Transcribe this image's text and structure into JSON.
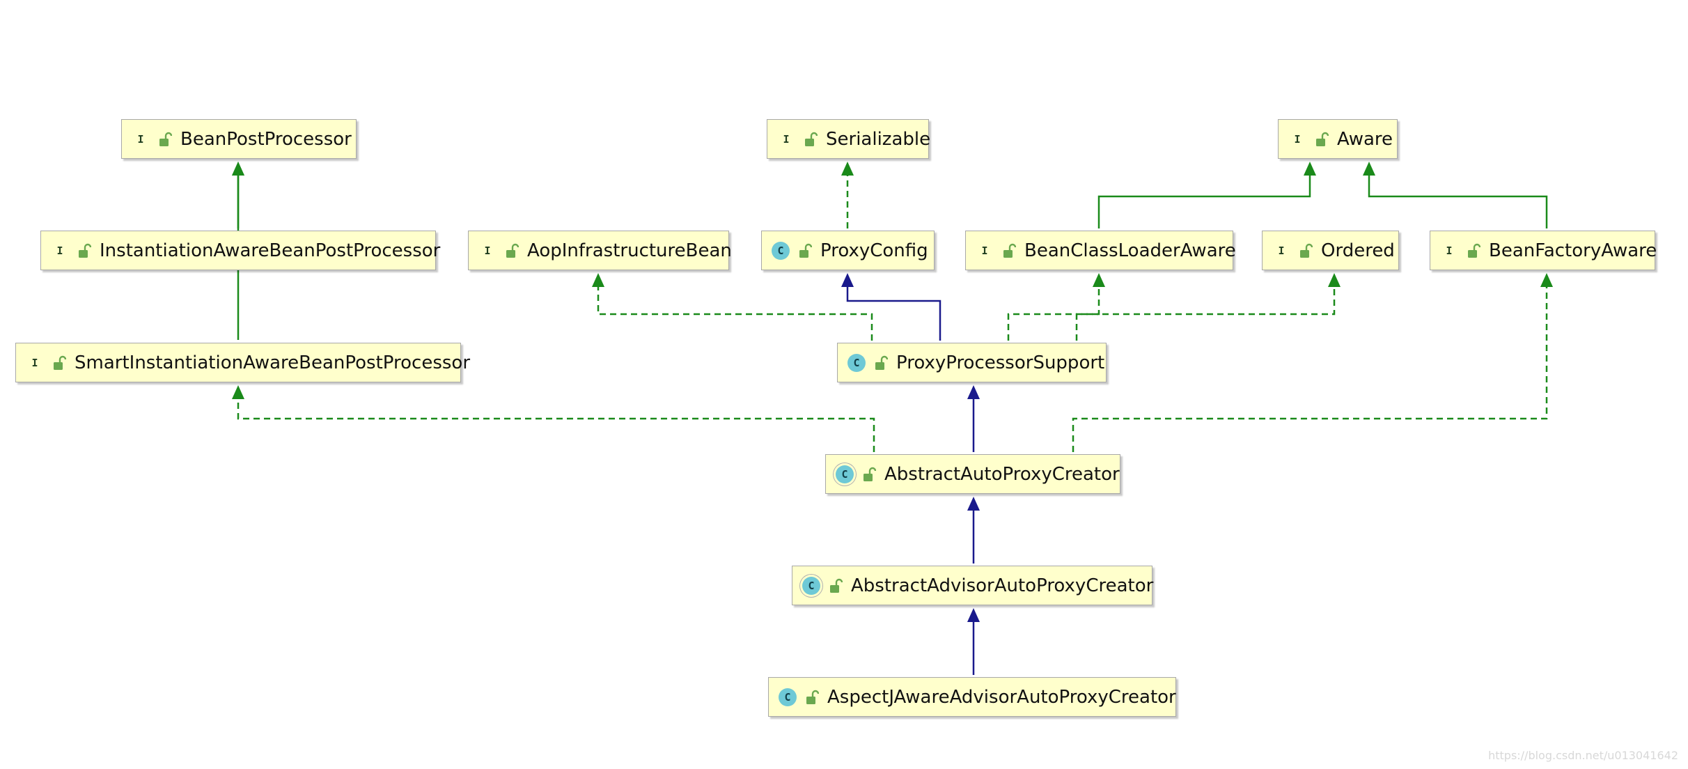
{
  "diagram": {
    "nodes": [
      {
        "id": "BeanPostProcessor",
        "label": "BeanPostProcessor",
        "kind": "interface",
        "badge": "I"
      },
      {
        "id": "Serializable",
        "label": "Serializable",
        "kind": "interface",
        "badge": "I"
      },
      {
        "id": "Aware",
        "label": "Aware",
        "kind": "interface",
        "badge": "I"
      },
      {
        "id": "InstantiationAwareBeanPostProcessor",
        "label": "InstantiationAwareBeanPostProcessor",
        "kind": "interface",
        "badge": "I"
      },
      {
        "id": "AopInfrastructureBean",
        "label": "AopInfrastructureBean",
        "kind": "interface",
        "badge": "I"
      },
      {
        "id": "ProxyConfig",
        "label": "ProxyConfig",
        "kind": "class",
        "badge": "C"
      },
      {
        "id": "BeanClassLoaderAware",
        "label": "BeanClassLoaderAware",
        "kind": "interface",
        "badge": "I"
      },
      {
        "id": "Ordered",
        "label": "Ordered",
        "kind": "interface",
        "badge": "I"
      },
      {
        "id": "BeanFactoryAware",
        "label": "BeanFactoryAware",
        "kind": "interface",
        "badge": "I"
      },
      {
        "id": "SmartInstantiationAwareBeanPostProcessor",
        "label": "SmartInstantiationAwareBeanPostProcessor",
        "kind": "interface",
        "badge": "I"
      },
      {
        "id": "ProxyProcessorSupport",
        "label": "ProxyProcessorSupport",
        "kind": "class",
        "badge": "C"
      },
      {
        "id": "AbstractAutoProxyCreator",
        "label": "AbstractAutoProxyCreator",
        "kind": "abstract-class",
        "badge": "C"
      },
      {
        "id": "AbstractAdvisorAutoProxyCreator",
        "label": "AbstractAdvisorAutoProxyCreator",
        "kind": "abstract-class",
        "badge": "C"
      },
      {
        "id": "AspectJAwareAdvisorAutoProxyCreator",
        "label": "AspectJAwareAdvisorAutoProxyCreator",
        "kind": "class",
        "badge": "C"
      }
    ],
    "edges": [
      {
        "from": "InstantiationAwareBeanPostProcessor",
        "to": "BeanPostProcessor",
        "type": "extends-interface"
      },
      {
        "from": "SmartInstantiationAwareBeanPostProcessor",
        "to": "InstantiationAwareBeanPostProcessor",
        "type": "extends-interface"
      },
      {
        "from": "ProxyConfig",
        "to": "Serializable",
        "type": "implements"
      },
      {
        "from": "BeanClassLoaderAware",
        "to": "Aware",
        "type": "extends-interface"
      },
      {
        "from": "BeanFactoryAware",
        "to": "Aware",
        "type": "extends-interface"
      },
      {
        "from": "ProxyProcessorSupport",
        "to": "ProxyConfig",
        "type": "extends-class"
      },
      {
        "from": "ProxyProcessorSupport",
        "to": "AopInfrastructureBean",
        "type": "implements"
      },
      {
        "from": "ProxyProcessorSupport",
        "to": "BeanClassLoaderAware",
        "type": "implements"
      },
      {
        "from": "ProxyProcessorSupport",
        "to": "Ordered",
        "type": "implements"
      },
      {
        "from": "AbstractAutoProxyCreator",
        "to": "ProxyProcessorSupport",
        "type": "extends-class"
      },
      {
        "from": "AbstractAutoProxyCreator",
        "to": "SmartInstantiationAwareBeanPostProcessor",
        "type": "implements"
      },
      {
        "from": "AbstractAutoProxyCreator",
        "to": "BeanFactoryAware",
        "type": "implements"
      },
      {
        "from": "AbstractAdvisorAutoProxyCreator",
        "to": "AbstractAutoProxyCreator",
        "type": "extends-class"
      },
      {
        "from": "AspectJAwareAdvisorAutoProxyCreator",
        "to": "AbstractAdvisorAutoProxyCreator",
        "type": "extends-class"
      }
    ]
  },
  "colors": {
    "interface_edge": "#1a8a1a",
    "class_edge": "#1a1a8c",
    "node_fill": "#ffffcc",
    "interface_badge": "#8ec97a",
    "class_badge": "#6ec9d6",
    "lock_icon": "#6aa84f"
  },
  "icons": {
    "access": "unlocked-lock-icon"
  },
  "watermark": "https://blog.csdn.net/u013041642"
}
